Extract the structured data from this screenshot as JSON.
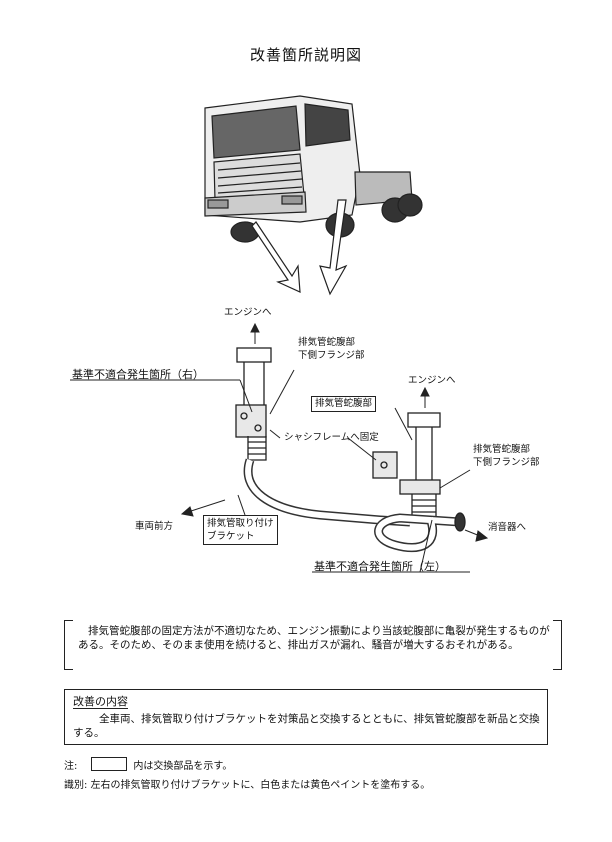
{
  "title": "改善箇所説明図",
  "diagram": {
    "to_engine_left": "エンジンへ",
    "to_engine_right": "エンジンへ",
    "bellows_flange_left_line1": "排気管蛇腹部",
    "bellows_flange_left_line2": "下側フランジ部",
    "defect_right": "基準不適合発生箇所（右）",
    "bellows_boxed": "排気管蛇腹部",
    "chassis_fixed": "シャシフレームへ固定",
    "bellows_flange_right_line1": "排気管蛇腹部",
    "bellows_flange_right_line2": "下側フランジ部",
    "vehicle_front": "車両前方",
    "bracket_line1": "排気管取り付け",
    "bracket_line2": "ブラケット",
    "to_muffler": "消音器へ",
    "defect_left": "基準不適合発生箇所（左）"
  },
  "note_text": "排気管蛇腹部の固定方法が不適切なため、エンジン振動により当該蛇腹部に亀裂が発生するものがある。そのため、そのまま使用を続けると、排出ガスが漏れ、騒音が増大するおそれがある。",
  "improvement": {
    "heading": "改善の内容",
    "body": "全車両、排気管取り付けブラケットを対策品と交換するとともに、排気管蛇腹部を新品と交換する。"
  },
  "footer": {
    "note_label": "注:",
    "note_text": "内は交換部品を示す。",
    "ident_text": "識別: 左右の排気管取り付けブラケットに、白色または黄色ペイントを塗布する。"
  }
}
